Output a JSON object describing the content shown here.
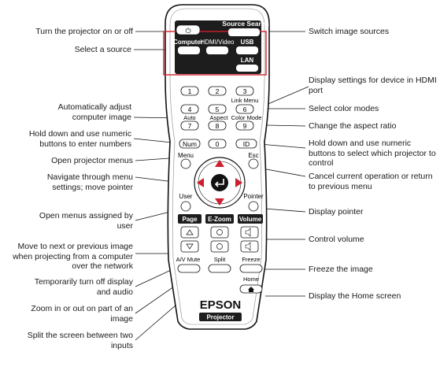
{
  "remote": {
    "power_label": "⏻",
    "source_search_label": "Source Search",
    "source_buttons": {
      "computer": "Computer",
      "hdmi_video": "HDMI/Video",
      "usb": "USB",
      "lan": "LAN"
    },
    "numeric_keys": [
      "1",
      "2",
      "3",
      "4",
      "5",
      "6",
      "7",
      "8",
      "9",
      "0"
    ],
    "link_menu_label": "Link Menu",
    "auto_label": "Auto",
    "aspect_label": "Aspect",
    "color_mode_label": "Color Mode",
    "num_label": "Num",
    "id_label": "ID",
    "menu_label": "Menu",
    "esc_label": "Esc",
    "user_label": "User",
    "pointer_label": "Pointer",
    "page_label": "Page",
    "ezoom_label": "E-Zoom",
    "volume_label": "Volume",
    "av_mute_label": "A/V Mute",
    "split_label": "Split",
    "freeze_label": "Freeze",
    "home_label": "Home",
    "brand": "EPSON",
    "model": "Projector"
  },
  "callouts_left": [
    "Turn the projector on or off",
    "Select a source",
    "Automatically adjust computer image",
    "Hold down and use numeric buttons to enter numbers",
    "Open projector menus",
    "Navigate through menu settings; move pointer",
    "Open menus assigned by user",
    "Move to next or previous image when projecting from a computer over the network",
    "Temporarily turn off display and audio",
    "Zoom in or out on part of an image",
    "Split the screen between two inputs"
  ],
  "callouts_right": [
    "Switch image sources",
    "Display settings for device in HDMI port",
    "Select color modes",
    "Change the aspect ratio",
    "Hold down and use numeric buttons to select which projector to control",
    "Cancel current operation or return to previous menu",
    "Display pointer",
    "Control volume",
    "Freeze the image",
    "Display the Home screen"
  ]
}
